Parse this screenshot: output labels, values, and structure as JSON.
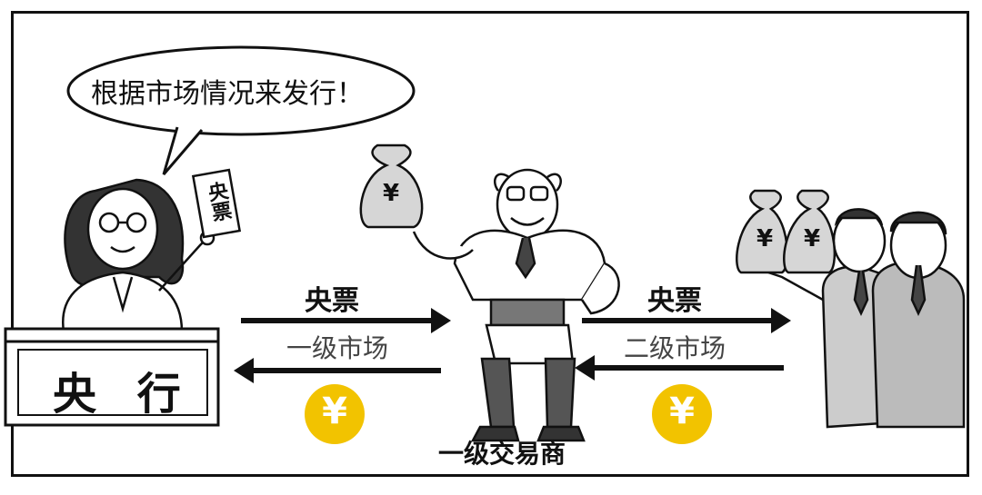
{
  "speech_bubble": {
    "text": "根据市场情况来发行！"
  },
  "note": {
    "text": "央票"
  },
  "desk": {
    "label": "央 行"
  },
  "primary_market": {
    "top_label": "央票",
    "bottom_label": "一级市场"
  },
  "secondary_market": {
    "top_label": "央票",
    "bottom_label": "二级市场"
  },
  "dealer": {
    "label": "一级交易商"
  },
  "currency_symbol": "¥",
  "colors": {
    "coin": "#f2c300",
    "bag": "#d6d6d6",
    "line": "#111111"
  }
}
